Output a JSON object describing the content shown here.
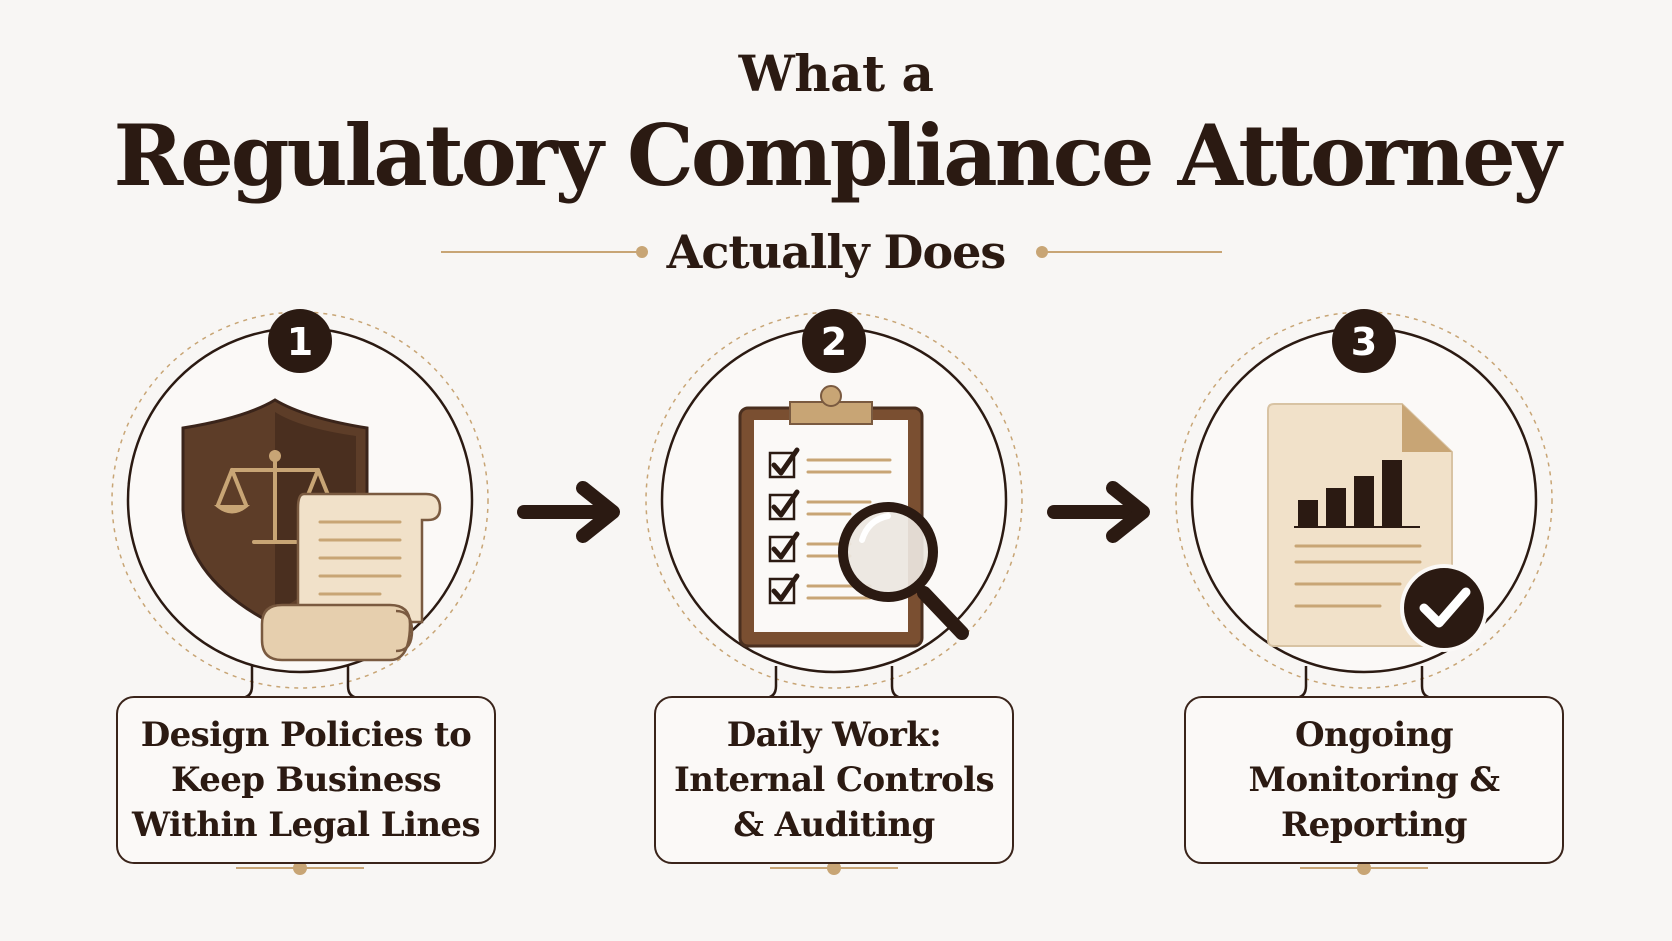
{
  "header": {
    "title_line1": "What a",
    "title_line2": "Regulatory Compliance Attorney",
    "subtitle": "Actually Does"
  },
  "steps": [
    {
      "number": "1",
      "label": "Design Policies to\nKeep Business\nWithin Legal Lines",
      "icon": "shield-scales-scroll-icon"
    },
    {
      "number": "2",
      "label": "Daily Work:\nInternal Controls\n& Auditing",
      "icon": "clipboard-checklist-magnifier-icon"
    },
    {
      "number": "3",
      "label": "Ongoing\nMonitoring &\nReporting",
      "icon": "report-chart-checkmark-icon"
    }
  ],
  "colors": {
    "background": "#f8f6f4",
    "dark_brown": "#2b1a12",
    "medium_brown": "#6e4a32",
    "tan": "#c8a575",
    "parchment": "#f1e1c9"
  }
}
